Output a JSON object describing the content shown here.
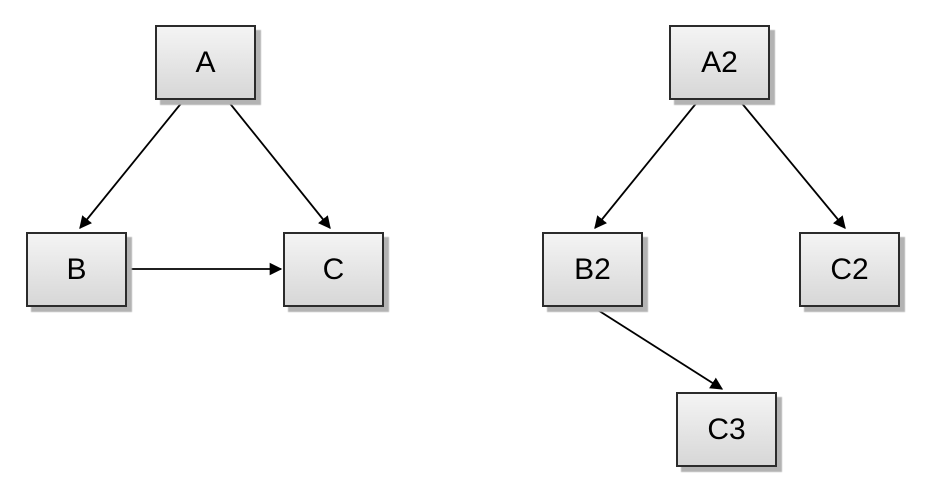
{
  "colors": {
    "background": "#ffffff",
    "node_border": "#2b2b2b",
    "node_fill_top": "#f4f4f4",
    "node_fill_bottom": "#d7d7d7",
    "node_shadow": "#b3b3b3",
    "node_text": "#000000",
    "arrow": "#000000"
  },
  "diagram_left": {
    "nodes": [
      {
        "id": "A",
        "label": "A"
      },
      {
        "id": "B",
        "label": "B"
      },
      {
        "id": "C",
        "label": "C"
      }
    ],
    "edges": [
      {
        "from": "A",
        "to": "B"
      },
      {
        "from": "A",
        "to": "C"
      },
      {
        "from": "B",
        "to": "C"
      }
    ]
  },
  "diagram_right": {
    "nodes": [
      {
        "id": "A2",
        "label": "A2"
      },
      {
        "id": "B2",
        "label": "B2"
      },
      {
        "id": "C2",
        "label": "C2"
      },
      {
        "id": "C3",
        "label": "C3"
      }
    ],
    "edges": [
      {
        "from": "A2",
        "to": "B2"
      },
      {
        "from": "A2",
        "to": "C2"
      },
      {
        "from": "B2",
        "to": "C3"
      }
    ]
  }
}
